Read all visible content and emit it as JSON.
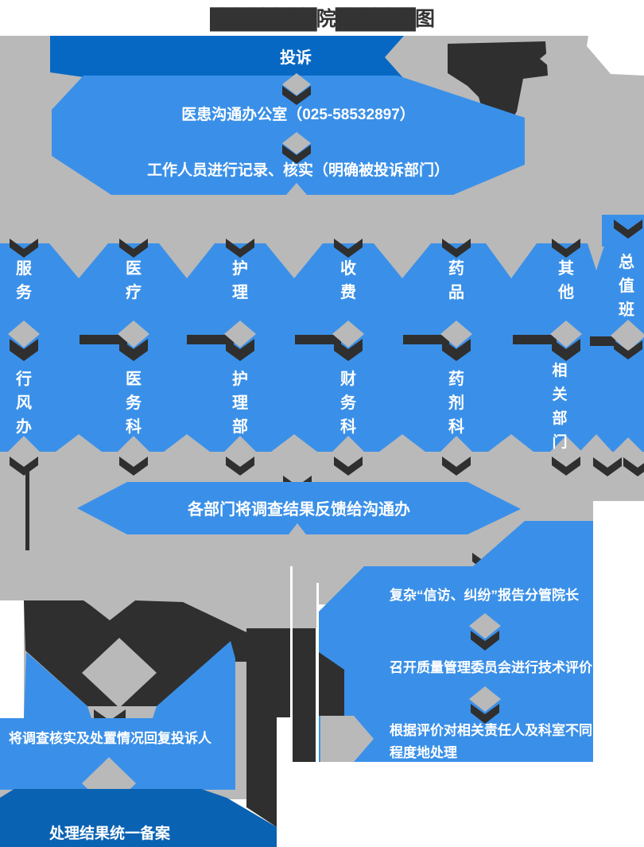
{
  "title": {
    "text": "████████院██████图"
  },
  "colors": {
    "banner_blue": "#0768c4",
    "light_blue": "#3a90e8",
    "deep_blue": "#0a62b2",
    "gray": "#b9b9b9",
    "dark": "#2f2f2f",
    "text_white": "#ffffff",
    "title_dark": "#333333"
  },
  "top_flow": {
    "source_label": "投诉",
    "office": "医患沟通办公室（025-58532897）",
    "record": "工作人员进行记录、核实（明确被投诉部门）"
  },
  "categories": {
    "row1": [
      "服务",
      "医疗",
      "护理",
      "收费",
      "药品",
      "其他",
      "总值班"
    ],
    "row2": [
      "行风办",
      "医务科",
      "护理部",
      "财务科",
      "药剂科",
      "相关部门"
    ]
  },
  "feedback": {
    "label": "各部门将调查结果反馈给沟通办"
  },
  "complex_branch": {
    "step1": "复杂“信访、纠纷”报告分管院长",
    "step2": "召开质量管理委员会进行技术评价",
    "step3": "根据评价对相关责任人及科室不同程度地处理"
  },
  "reply_branch": {
    "step1": "将调查核实及处置情况回复投诉人",
    "step2": "处理结果统一备案"
  }
}
